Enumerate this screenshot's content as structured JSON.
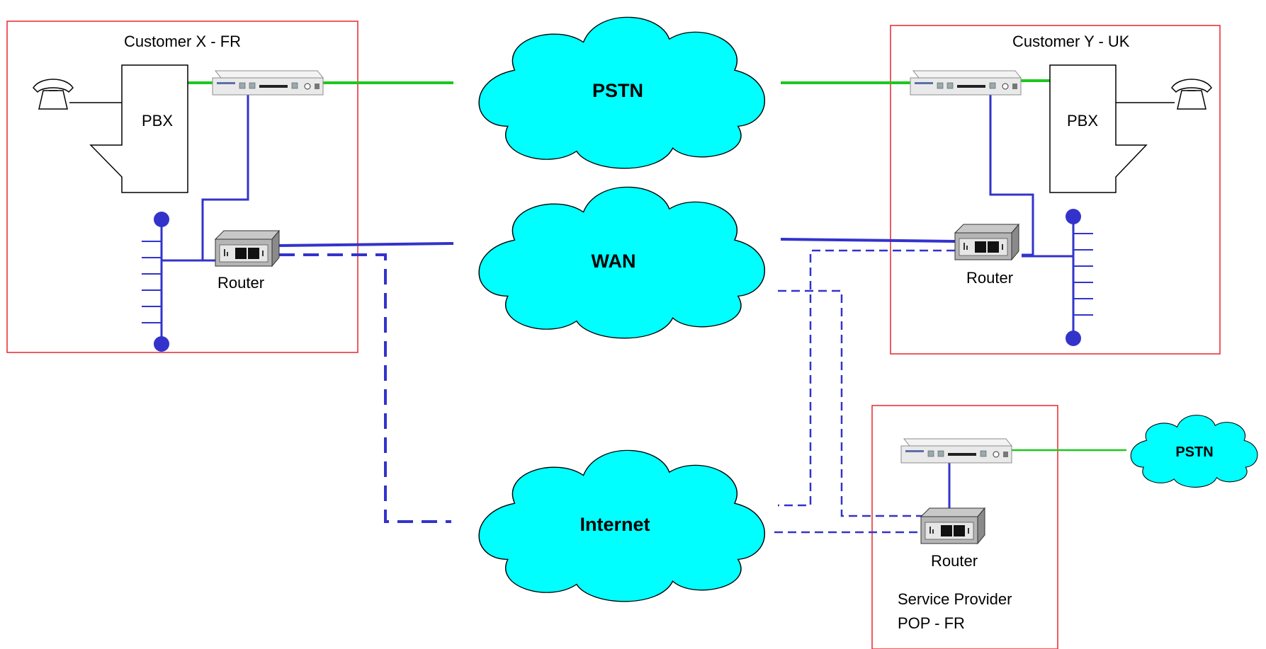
{
  "sites": {
    "customer_x": {
      "title": "Customer X - FR",
      "pbx_label": "PBX",
      "router_label": "Router"
    },
    "customer_y": {
      "title": "Customer Y - UK",
      "pbx_label": "PBX",
      "router_label": "Router"
    },
    "provider": {
      "title_line1": "Service Provider",
      "title_line2": "POP - FR",
      "router_label": "Router"
    }
  },
  "clouds": {
    "pstn_main": "PSTN",
    "wan": "WAN",
    "internet": "Internet",
    "pstn_small": "PSTN"
  },
  "colors": {
    "site_border": "#e8262b",
    "cloud_fill": "#00ffff",
    "voice_link": "#1ec81e",
    "data_link": "#3333cc"
  },
  "icons": [
    "telephone-icon",
    "pbx-icon",
    "voip-gateway-icon",
    "router-icon",
    "lan-bus-icon",
    "cloud-icon"
  ]
}
